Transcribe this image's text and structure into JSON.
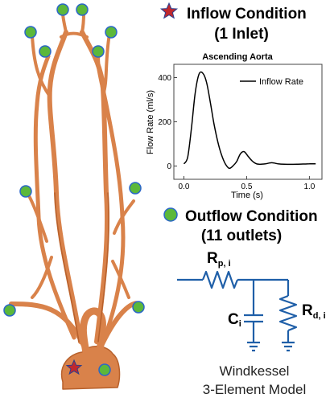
{
  "inflow": {
    "title": "Inflow Condition",
    "subtitle": "(1 Inlet)",
    "marker_color": "#c0282d",
    "marker_edge": "#2a3f8f"
  },
  "outflow": {
    "title": "Outflow Condition",
    "subtitle": "(11 outlets)",
    "marker_color": "#5cb83a",
    "marker_edge": "#2a66c8"
  },
  "chart_data": {
    "type": "line",
    "title": "Ascending Aorta",
    "xlabel": "Time (s)",
    "ylabel": "Flow Rate (ml/s)",
    "xlim": [
      -0.08,
      1.1
    ],
    "ylim": [
      -60,
      460
    ],
    "xticks": [
      0,
      0.5,
      1
    ],
    "xtick_labels": [
      "0.0",
      "0.5",
      "1.0"
    ],
    "yticks": [
      0,
      200,
      400
    ],
    "ytick_labels": [
      "0",
      "200",
      "400"
    ],
    "grid": false,
    "legend": "top-right",
    "series": [
      {
        "name": "Inflow Rate",
        "color": "#000000",
        "x": [
          0,
          0.03,
          0.06,
          0.09,
          0.12,
          0.15,
          0.18,
          0.21,
          0.24,
          0.27,
          0.3,
          0.33,
          0.36,
          0.39,
          0.42,
          0.45,
          0.48,
          0.51,
          0.54,
          0.57,
          0.6,
          0.65,
          0.7,
          0.75,
          0.8,
          0.9,
          1.0,
          1.05
        ],
        "y": [
          10,
          40,
          170,
          330,
          415,
          420,
          380,
          290,
          190,
          110,
          50,
          10,
          -10,
          0,
          20,
          55,
          65,
          45,
          25,
          12,
          8,
          10,
          15,
          10,
          8,
          8,
          10,
          10
        ]
      }
    ]
  },
  "circuit": {
    "rp_label": "R",
    "rp_sub": "p, i",
    "c_label": "C",
    "c_sub": "i",
    "rd_label": "R",
    "rd_sub": "d, i",
    "wire_color": "#1f5fa8",
    "caption_line1": "Windkessel",
    "caption_line2": "3-Element Model"
  },
  "anatomy": {
    "vessel_color": "#d9824a",
    "vessel_shade": "#b8612c"
  }
}
